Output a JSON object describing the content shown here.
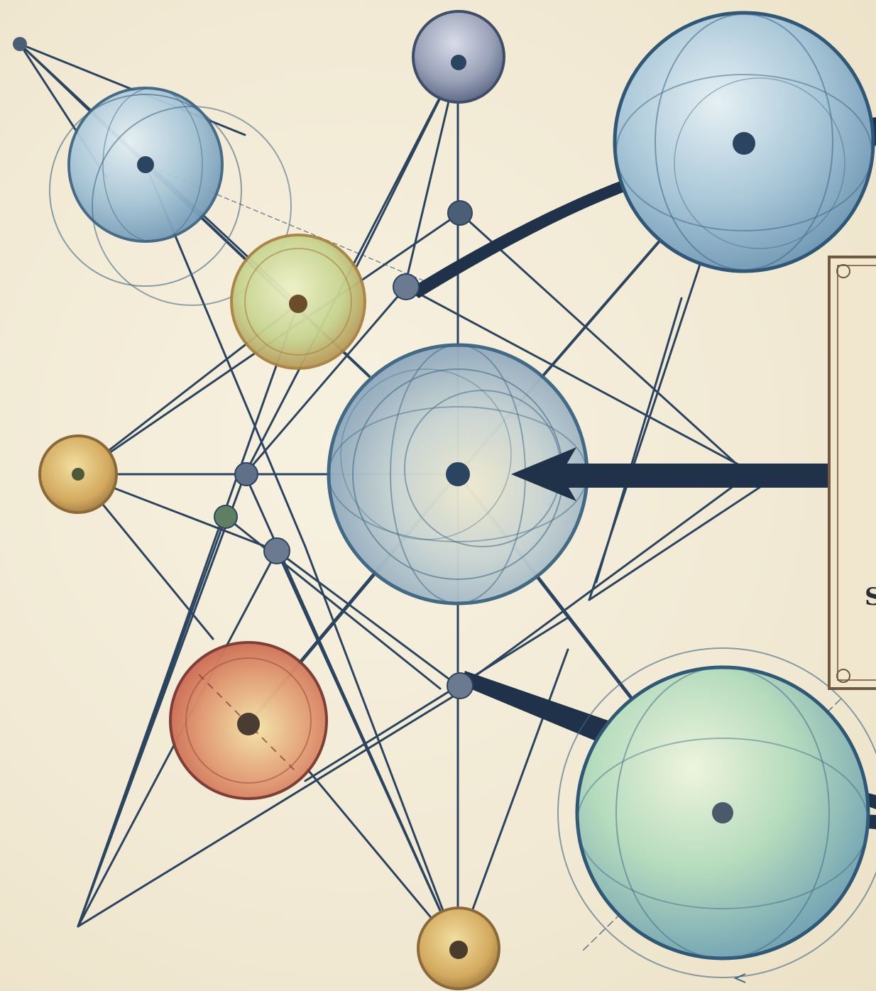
{
  "diagram": {
    "palette": {
      "ink": "#1f3249",
      "line": "#2b4560",
      "paper": "#f3ecd9",
      "sphere_blue": "#9cbdd3",
      "sphere_green": "#a9d3b5",
      "sphere_olive": "#c9d79a",
      "sphere_red": "#d97b62",
      "sphere_gold": "#d6b06a",
      "sphere_slate": "#8d96b0",
      "panel_fill": "#f1e7cf",
      "panel_border": "#6e5a40"
    },
    "spheres": [
      {
        "id": "top-small-slate",
        "color": "sphere_slate"
      },
      {
        "id": "upper-left-blue",
        "color": "sphere_blue"
      },
      {
        "id": "upper-right-blue",
        "color": "sphere_blue"
      },
      {
        "id": "olive-mid-left",
        "color": "sphere_olive"
      },
      {
        "id": "central-hub",
        "color": "sphere_blue"
      },
      {
        "id": "left-gold-small",
        "color": "sphere_gold"
      },
      {
        "id": "red-lower-left",
        "color": "sphere_red"
      },
      {
        "id": "green-lower-right",
        "color": "sphere_green"
      },
      {
        "id": "bottom-gold-small",
        "color": "sphere_gold"
      }
    ],
    "callout_panel": {
      "visible_text": "S"
    }
  }
}
